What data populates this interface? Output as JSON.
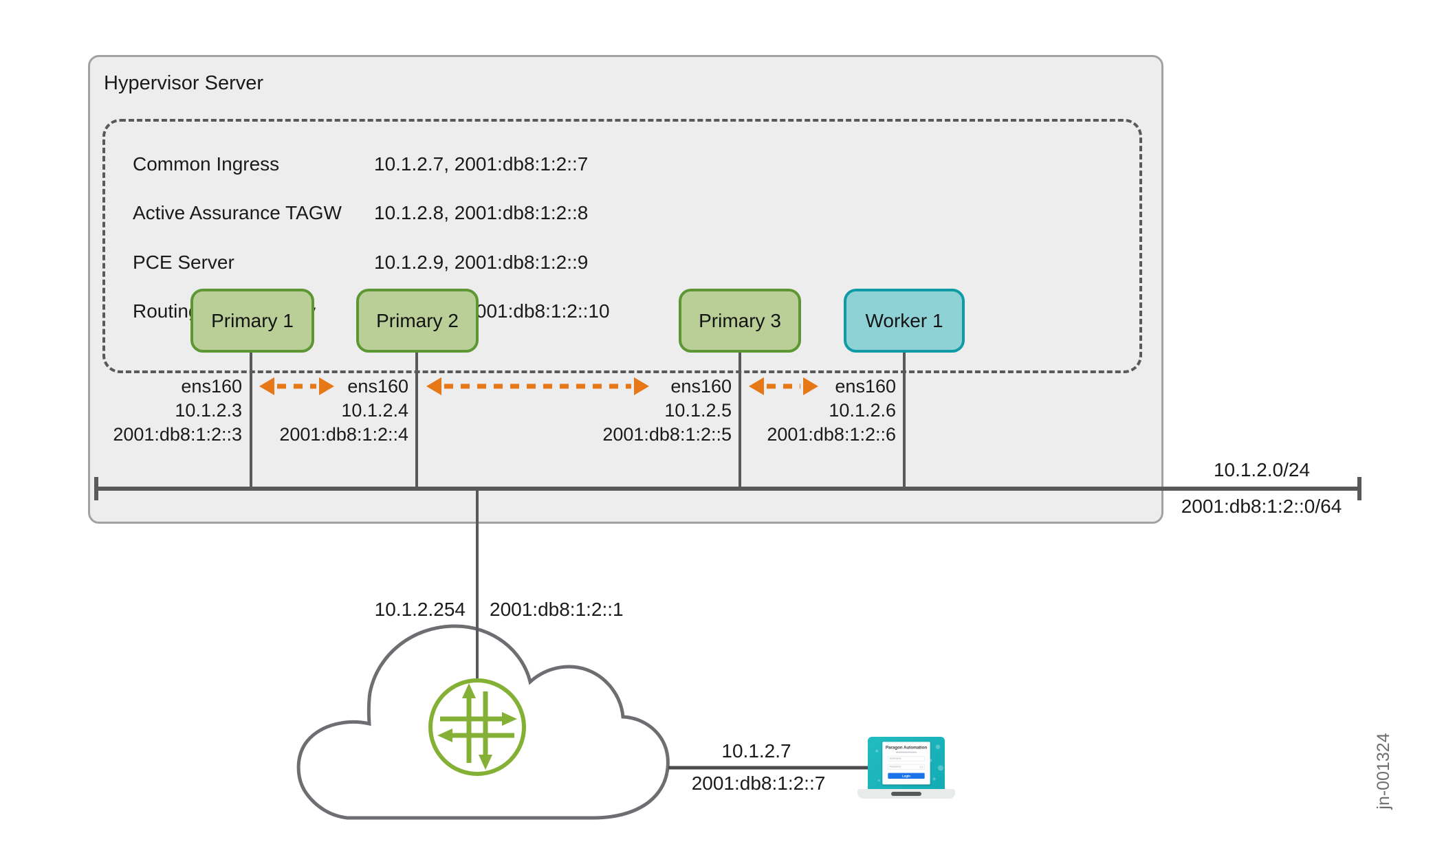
{
  "figure_id": "jn-001324",
  "hypervisor": {
    "title": "Hypervisor Server",
    "services": [
      {
        "name": "Common Ingress",
        "address": "10.1.2.7, 2001:db8:1:2::7"
      },
      {
        "name": "Active Assurance TAGW",
        "address": "10.1.2.8, 2001:db8:1:2::8"
      },
      {
        "name": "PCE Server",
        "address": "10.1.2.9, 2001:db8:1:2::9"
      },
      {
        "name": "Routing Observability",
        "address": "10.1.2.10, 2001:db8:1:2::10"
      }
    ],
    "nodes": [
      {
        "label": "Primary 1",
        "type": "primary",
        "interface": "ens160",
        "ipv4": "10.1.2.3",
        "ipv6": "2001:db8:1:2::3"
      },
      {
        "label": "Primary 2",
        "type": "primary",
        "interface": "ens160",
        "ipv4": "10.1.2.4",
        "ipv6": "2001:db8:1:2::4"
      },
      {
        "label": "Primary 3",
        "type": "primary",
        "interface": "ens160",
        "ipv4": "10.1.2.5",
        "ipv6": "2001:db8:1:2::5"
      },
      {
        "label": "Worker 1",
        "type": "worker",
        "interface": "ens160",
        "ipv4": "10.1.2.6",
        "ipv6": "2001:db8:1:2::6"
      }
    ]
  },
  "bus": {
    "ipv4_subnet": "10.1.2.0/24",
    "ipv6_subnet": "2001:db8:1:2::0/64"
  },
  "gateway": {
    "ipv4": "10.1.2.254",
    "ipv6": "2001:db8:1:2::1"
  },
  "client_link": {
    "ipv4": "10.1.2.7",
    "ipv6": "2001:db8:1:2::7"
  },
  "laptop_screen": {
    "app_title": "Paragon Automation",
    "username_placeholder": "Username",
    "password_placeholder": "Password",
    "login_label": "Login"
  },
  "colors": {
    "primary_node_fill": "#b9cf97",
    "primary_node_border": "#5c9733",
    "worker_node_fill": "#8ed2d6",
    "worker_node_border": "#0f9ba5",
    "arrow_orange": "#e67817",
    "line_gray": "#58595b",
    "juniper_green": "#84b135",
    "laptop_teal": "#19b4ba",
    "login_button_blue": "#1a73e8"
  }
}
